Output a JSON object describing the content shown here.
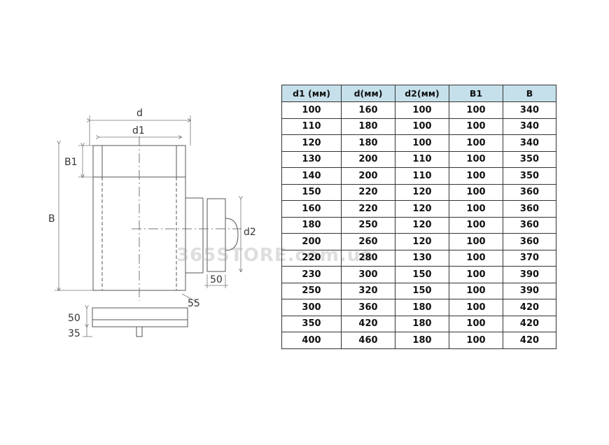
{
  "drawing": {
    "labels": {
      "d": "d",
      "d1": "d1",
      "b1": "B1",
      "b": "B",
      "d2": "d2",
      "dim_50_side": "50",
      "dim_55": "55",
      "dim_50_cap": "50",
      "dim_35": "35"
    }
  },
  "watermark": "365STORE.com.ua",
  "table": {
    "headers": [
      "d1 (мм)",
      "d(мм)",
      "d2(мм)",
      "B1",
      "B"
    ],
    "header_color": "#c5e0ea",
    "rows": [
      [
        "100",
        "160",
        "100",
        "100",
        "340"
      ],
      [
        "110",
        "180",
        "100",
        "100",
        "340"
      ],
      [
        "120",
        "180",
        "100",
        "100",
        "340"
      ],
      [
        "130",
        "200",
        "110",
        "100",
        "350"
      ],
      [
        "140",
        "200",
        "110",
        "100",
        "350"
      ],
      [
        "150",
        "220",
        "120",
        "100",
        "360"
      ],
      [
        "160",
        "220",
        "120",
        "100",
        "360"
      ],
      [
        "180",
        "250",
        "120",
        "100",
        "360"
      ],
      [
        "200",
        "260",
        "120",
        "100",
        "360"
      ],
      [
        "220",
        "280",
        "130",
        "100",
        "370"
      ],
      [
        "230",
        "300",
        "150",
        "100",
        "390"
      ],
      [
        "250",
        "320",
        "150",
        "100",
        "390"
      ],
      [
        "300",
        "360",
        "180",
        "100",
        "420"
      ],
      [
        "350",
        "420",
        "180",
        "100",
        "420"
      ],
      [
        "400",
        "460",
        "180",
        "100",
        "420"
      ]
    ]
  }
}
